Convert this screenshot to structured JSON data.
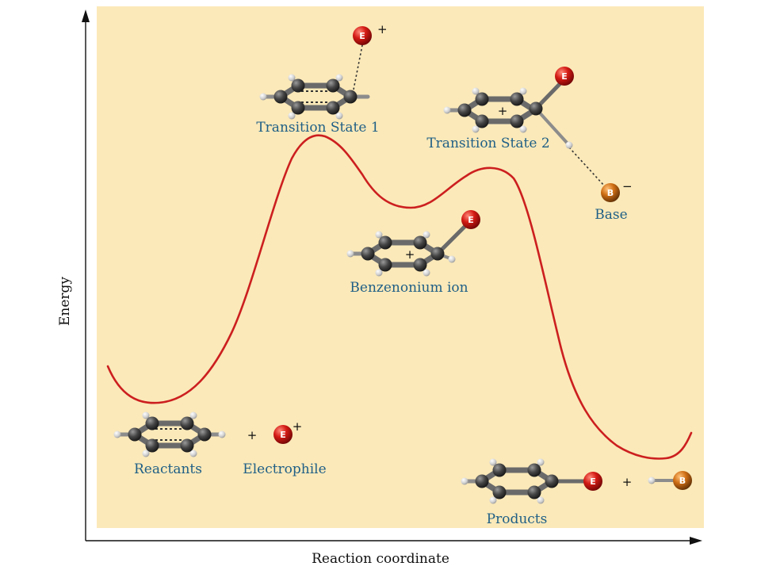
{
  "axes": {
    "y_label": "Energy",
    "x_label": "Reaction coordinate"
  },
  "colors": {
    "panel": "#fbe9b9",
    "curve": "#cc1f1f",
    "label_text": "#1f5f86",
    "electrophile_atom": "#c81414",
    "base_atom": "#c4650f",
    "carbon_atom": "#3f3f3f",
    "hydrogen_atom": "#d8d8d8"
  },
  "labels": {
    "transition_state_1": "Transition State 1",
    "transition_state_2": "Transition State 2",
    "base": "Base",
    "benzenonium_ion": "Benzenonium ion",
    "reactants": "Reactants",
    "electrophile": "Electrophile",
    "products": "Products"
  },
  "atoms": {
    "electrophile_letter": "E",
    "base_letter": "B"
  },
  "signs": {
    "plus": "+",
    "minus": "−"
  }
}
